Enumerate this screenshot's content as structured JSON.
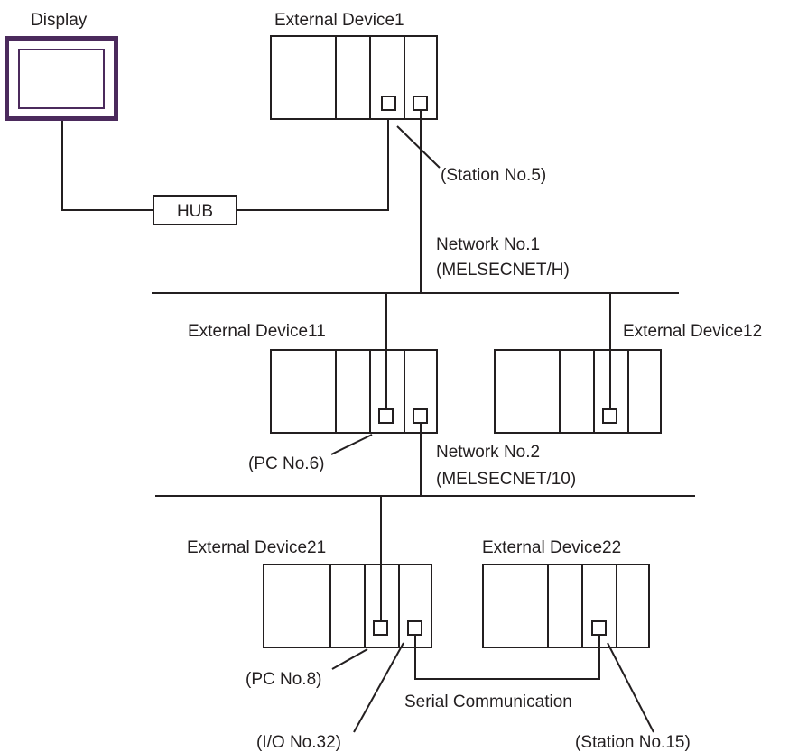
{
  "labels": {
    "display": "Display",
    "hub": "HUB",
    "device1": "External Device1",
    "device1_station": "(Station No.5)",
    "network1": "Network No.1",
    "network1_type": "(MELSECNET/H)",
    "device11": "External Device11",
    "device12": "External Device12",
    "device11_pc": "(PC No.6)",
    "network2": "Network No.2",
    "network2_type": "(MELSECNET/10)",
    "device21": "External Device21",
    "device22": "External Device22",
    "device21_pc": "(PC No.8)",
    "serial": "Serial Communication",
    "io_no": "(I/O No.32)",
    "device22_station": "(Station No.15)"
  },
  "colors": {
    "line": "#231f20",
    "display_frame": "#4b2a5c",
    "background": "#ffffff"
  }
}
